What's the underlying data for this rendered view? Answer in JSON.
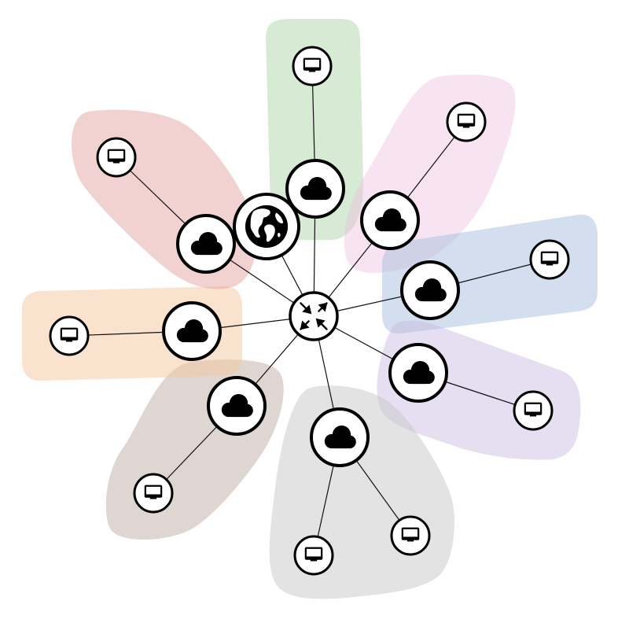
{
  "diagram": {
    "type": "network-topology",
    "palette": {
      "green": "#a7d0a0",
      "pink": "#eec0df",
      "blue": "#a8c0dd",
      "purple": "#c6b7df",
      "gray": "#c8c8c8",
      "brown": "#b9a39b",
      "orange": "#f6c79d",
      "red": "#e09c97",
      "stroke": "#000000",
      "node_fill": "#ffffff"
    },
    "center": {
      "id": "router",
      "icon": "router-arrows-icon"
    },
    "internet": {
      "id": "internet",
      "icon": "globe-icon"
    },
    "groups": [
      {
        "id": "green",
        "color": "green",
        "cloud_icon": "cloud-icon",
        "hosts": [
          {
            "icon": "monitor-icon"
          }
        ]
      },
      {
        "id": "pink",
        "color": "pink",
        "cloud_icon": "cloud-icon",
        "hosts": [
          {
            "icon": "monitor-icon"
          }
        ]
      },
      {
        "id": "blue",
        "color": "blue",
        "cloud_icon": "cloud-icon",
        "hosts": [
          {
            "icon": "monitor-icon"
          }
        ]
      },
      {
        "id": "purple",
        "color": "purple",
        "cloud_icon": "cloud-icon",
        "hosts": [
          {
            "icon": "monitor-icon"
          }
        ]
      },
      {
        "id": "gray",
        "color": "gray",
        "cloud_icon": "cloud-icon",
        "hosts": [
          {
            "icon": "monitor-icon"
          },
          {
            "icon": "monitor-icon"
          }
        ]
      },
      {
        "id": "brown",
        "color": "brown",
        "cloud_icon": "cloud-icon",
        "hosts": [
          {
            "icon": "monitor-icon"
          }
        ]
      },
      {
        "id": "orange",
        "color": "orange",
        "cloud_icon": "cloud-icon",
        "hosts": [
          {
            "icon": "monitor-icon"
          }
        ]
      },
      {
        "id": "red",
        "color": "red",
        "cloud_icon": "cloud-icon",
        "hosts": [
          {
            "icon": "monitor-icon"
          }
        ]
      }
    ]
  }
}
